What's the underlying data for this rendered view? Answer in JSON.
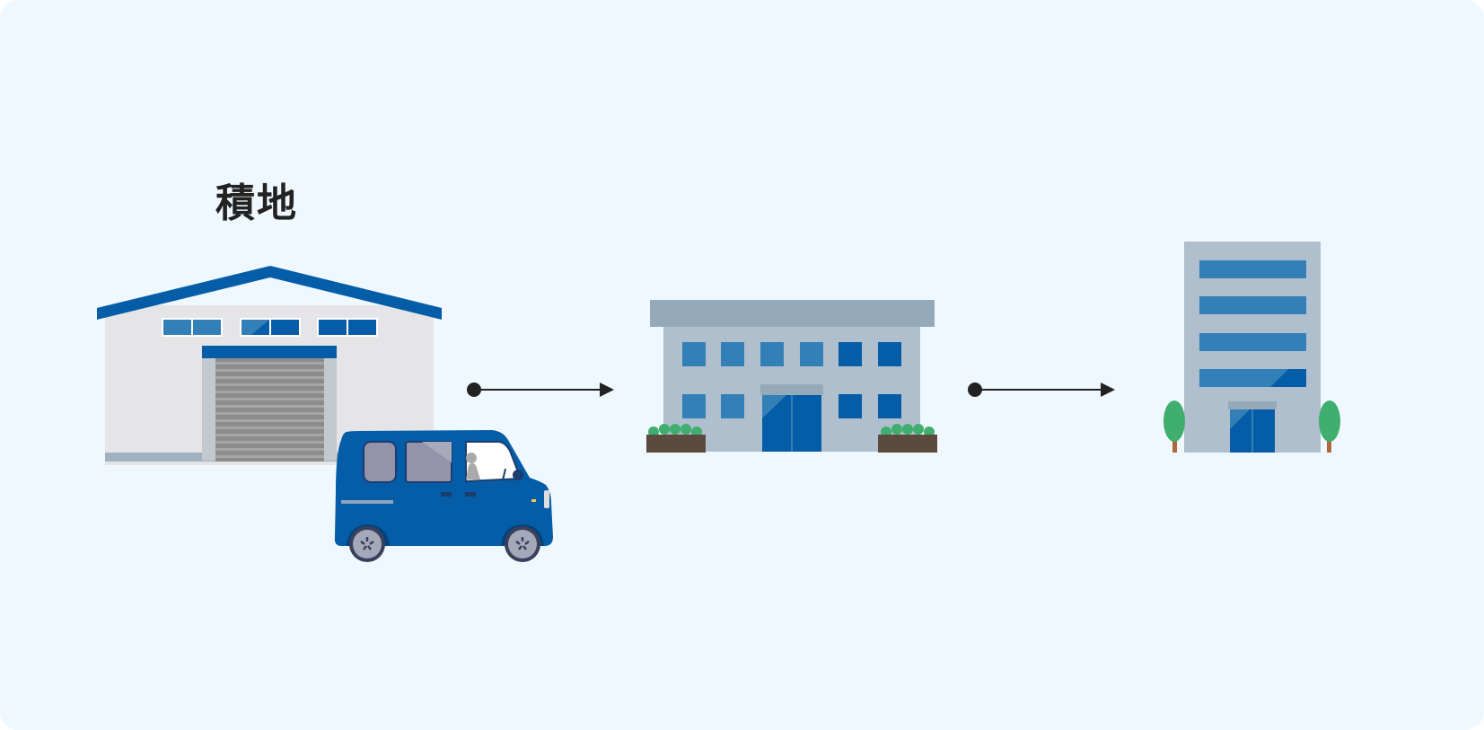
{
  "diagram": {
    "origin_label": "積地",
    "nodes": [
      {
        "id": "warehouse",
        "icon": "warehouse-icon",
        "label": "積地"
      },
      {
        "id": "office",
        "icon": "office-building-icon",
        "label": ""
      },
      {
        "id": "tower",
        "icon": "tower-building-icon",
        "label": ""
      }
    ],
    "vehicle": {
      "icon": "delivery-van-icon"
    },
    "arrows": [
      {
        "from": "warehouse",
        "to": "office"
      },
      {
        "from": "office",
        "to": "tower"
      }
    ]
  },
  "colors": {
    "background": "#f0f8ff",
    "brand_blue": "#045da6",
    "window_blue": "#3380b8",
    "building_grey": "#b0bfcd",
    "roof_grey": "#94aabb",
    "arrow": "#222222",
    "tree_green": "#3fae6e"
  }
}
